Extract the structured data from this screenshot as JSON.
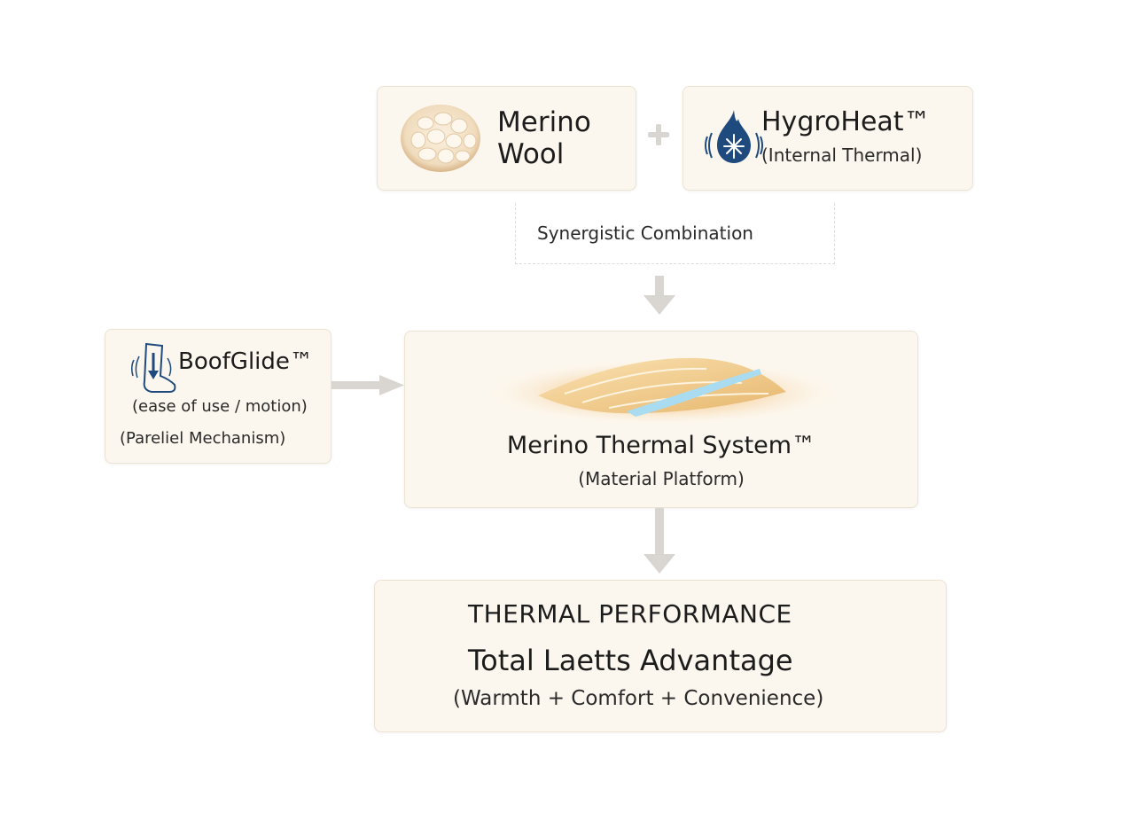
{
  "ingredients": {
    "merino": {
      "title_line1": "Merino",
      "title_line2": "Wool",
      "icon": "wool-ball-icon"
    },
    "plus_symbol": "+",
    "hygroheat": {
      "title": "HygroHeat™",
      "subtitle": "(Internal Thermal)",
      "icon": "flame-snowflake-icon",
      "icon_color": "#1f4a7e"
    }
  },
  "synergy": {
    "label": "Synergistic Combination"
  },
  "boofglide": {
    "title": "BoofGlide™",
    "line1": "(ease of use / motion)",
    "line2": "(Pareliel Mechanism)",
    "icon": "sock-motion-icon",
    "icon_color": "#1f4a7e"
  },
  "platform": {
    "title": "Merino Thermal System™",
    "subtitle": "(Material Platform)",
    "icon": "fiber-strand-icon"
  },
  "result": {
    "heading": "THERMAL PERFORMANCE",
    "title": "Total Laetts Advantage",
    "subtitle": "(Warmth + Comfort + Convenience)"
  },
  "colors": {
    "card_bg": "#fcf7ee",
    "arrow": "#d9d6d2",
    "accent_blue": "#1f4a7e",
    "fiber_gold": "#e9c07a",
    "fiber_blue": "#a9dcf0"
  }
}
